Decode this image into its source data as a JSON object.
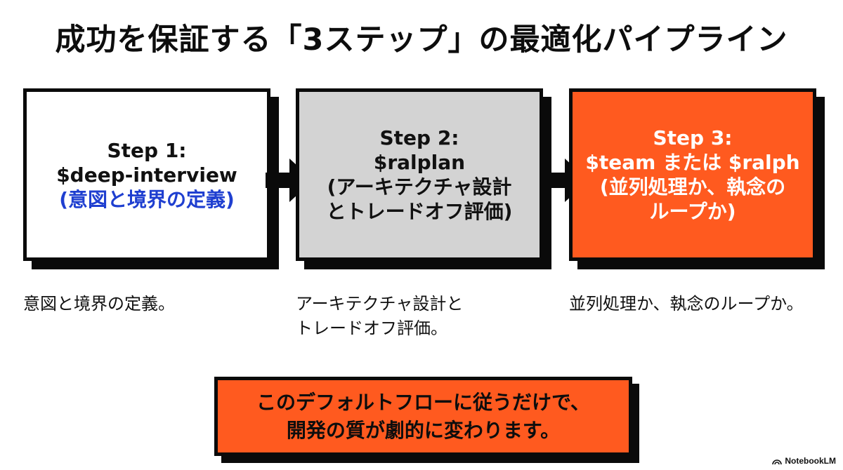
{
  "title": "成功を保証する「3ステップ」の最適化パイプライン",
  "steps": [
    {
      "label": "Step 1:",
      "command": "$deep-interview",
      "detail_lines": [
        "(意図と境界の定義)"
      ],
      "caption_lines": [
        "意図と境界の定義。"
      ]
    },
    {
      "label": "Step 2:",
      "command": "$ralplan",
      "detail_lines": [
        "(アーキテクチャ設計",
        "とトレードオフ評価)"
      ],
      "caption_lines": [
        "アーキテクチャ設計と",
        "トレードオフ評価。"
      ]
    },
    {
      "label": "Step 3:",
      "command": "$team または $ralph",
      "detail_lines": [
        "(並列処理か、執念の",
        "ループか)"
      ],
      "caption_lines": [
        "並列処理か、執念のループか。"
      ]
    }
  ],
  "banner_lines": [
    "このデフォルトフローに従うだけで、",
    "開発の質が劇的に変わります。"
  ],
  "brand": "NotebookLM",
  "colors": {
    "accent_orange": "#ff5a1f",
    "step1_bg": "#ffffff",
    "step2_bg": "#d3d3d3",
    "step1_detail": "#1f3fd0",
    "outline": "#0a0a0a"
  }
}
